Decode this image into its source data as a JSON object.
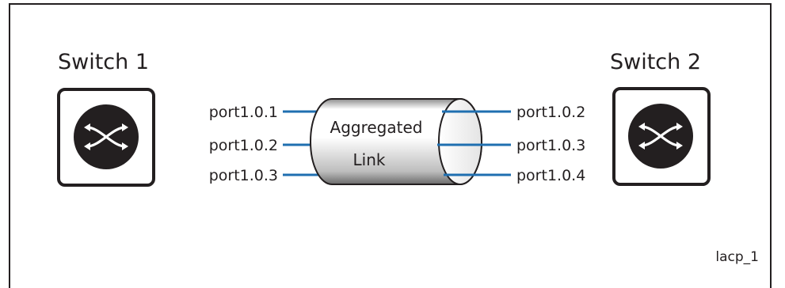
{
  "diagram": {
    "figure_id": "lacp_1",
    "switches": [
      {
        "title": "Switch 1"
      },
      {
        "title": "Switch 2"
      }
    ],
    "left_ports": [
      "port1.0.1",
      "port1.0.2",
      "port1.0.3"
    ],
    "right_ports": [
      "port1.0.2",
      "port1.0.3",
      "port1.0.4"
    ],
    "link": {
      "line1": "Aggregated",
      "line2": "Link"
    },
    "colors": {
      "port_line": "#1f6fb0",
      "outline": "#231f20",
      "switch_fill": "#231f20"
    },
    "icons": {
      "switch": "switch-crossover-icon"
    }
  }
}
